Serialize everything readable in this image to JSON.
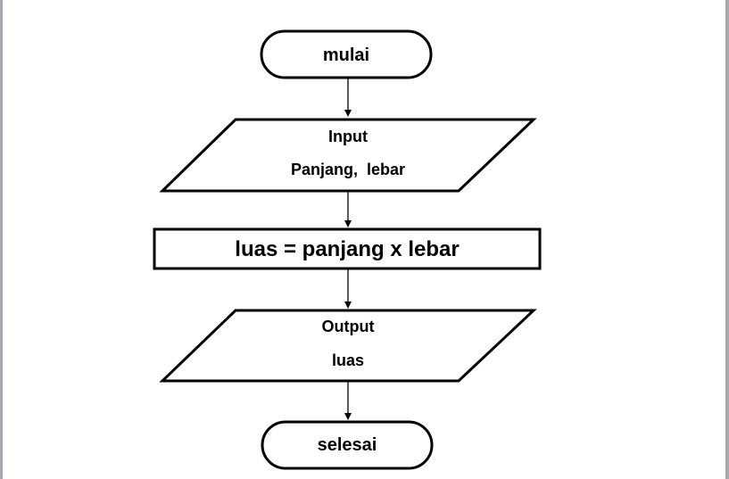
{
  "flowchart": {
    "start": {
      "label": "mulai"
    },
    "input": {
      "title": "Input",
      "vars": "Panjang,  lebar"
    },
    "process": {
      "label": "luas = panjang x lebar"
    },
    "output": {
      "title": "Output",
      "vars": "luas"
    },
    "end": {
      "label": "selesai"
    }
  }
}
